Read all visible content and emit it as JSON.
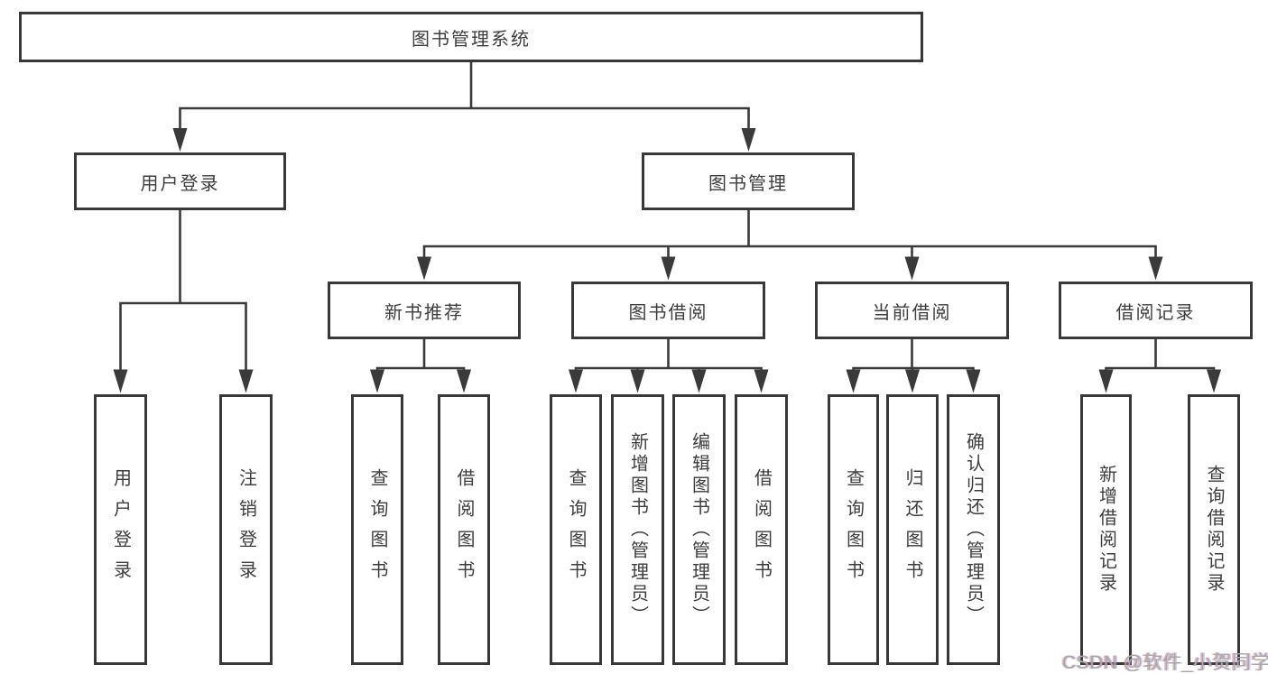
{
  "tree": {
    "label": "图书管理系统",
    "children": [
      {
        "label": "用户登录",
        "children": [
          {
            "label": "用户登录"
          },
          {
            "label": "注销登录"
          }
        ]
      },
      {
        "label": "图书管理",
        "children": [
          {
            "label": "新书推荐",
            "children": [
              {
                "label": "查询图书"
              },
              {
                "label": "借阅图书"
              }
            ]
          },
          {
            "label": "图书借阅",
            "children": [
              {
                "label": "查询图书"
              },
              {
                "label": "新增图书（管理员）"
              },
              {
                "label": "编辑图书（管理员）"
              },
              {
                "label": "借阅图书"
              }
            ]
          },
          {
            "label": "当前借阅",
            "children": [
              {
                "label": "查询图书"
              },
              {
                "label": "归还图书"
              },
              {
                "label": "确认归还（管理员）"
              }
            ]
          },
          {
            "label": "借阅记录",
            "children": [
              {
                "label": "新增借阅记录"
              },
              {
                "label": "查询借阅记录"
              }
            ]
          }
        ]
      }
    ]
  },
  "watermark": "CSDN @软件_小贺同学",
  "colors": {
    "line": "#3a3a3a",
    "border": "#383838",
    "text": "#3d3d3d",
    "watermark_text": "#a9a9a9",
    "background": "#ffffff"
  }
}
